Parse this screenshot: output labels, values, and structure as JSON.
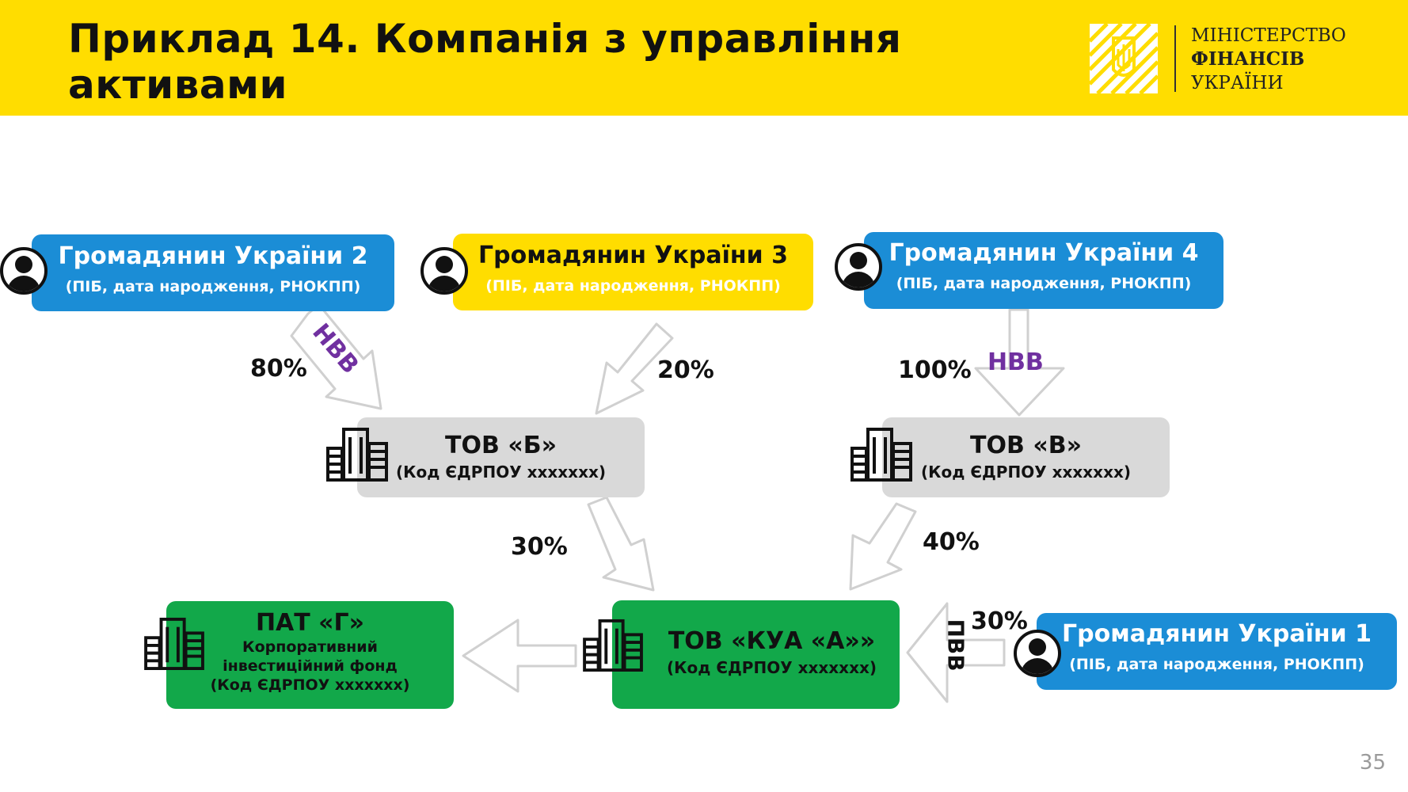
{
  "header": {
    "title_line1": "Приклад 14. Компанія з управління",
    "title_line2": "активами",
    "logo": {
      "line1": "МІНІСТЕРСТВО",
      "line2": "ФІНАНСІВ",
      "line3": "УКРАЇНИ"
    }
  },
  "nodes": {
    "citizen2": {
      "name": "Громадянин України 2",
      "details": "(ПІБ, дата народження, РНОКПП)"
    },
    "citizen3": {
      "name": "Громадянин України 3",
      "details": "(ПІБ, дата народження, РНОКПП)"
    },
    "citizen4": {
      "name": "Громадянин України 4",
      "details": "(ПІБ, дата народження, РНОКПП)"
    },
    "citizen1": {
      "name": "Громадянин України 1",
      "details": "(ПІБ, дата народження, РНОКПП)"
    },
    "tov_b": {
      "name": "ТОВ «Б»",
      "code": "(Код ЄДРПОУ ххххххх)"
    },
    "tov_v": {
      "name": "ТОВ «В»",
      "code": "(Код ЄДРПОУ ххххххх)"
    },
    "kua_a": {
      "name": "ТОВ «КУА «А»»",
      "code": "(Код ЄДРПОУ ххххххх)"
    },
    "pat_g": {
      "name": "ПАТ «Г»",
      "line1": "Корпоративний",
      "line2": "інвестиційний фонд",
      "code": "(Код ЄДРПОУ ххххххх)"
    }
  },
  "edges": {
    "c2_to_b": {
      "percent": "80%",
      "tag": "НВВ"
    },
    "c3_to_b": {
      "percent": "20%"
    },
    "c4_to_v": {
      "percent": "100%",
      "tag": "НВВ"
    },
    "b_to_a": {
      "percent": "30%"
    },
    "v_to_a": {
      "percent": "40%"
    },
    "c1_to_a": {
      "percent": "30%",
      "tag": "ПВВ"
    }
  },
  "colors": {
    "header_yellow": "#ffdd00",
    "citizen_blue": "#1b8dd6",
    "company_grey": "#d9d9d9",
    "fund_green": "#12a84a",
    "tag_purple": "#7030a0"
  },
  "page_number": "35"
}
